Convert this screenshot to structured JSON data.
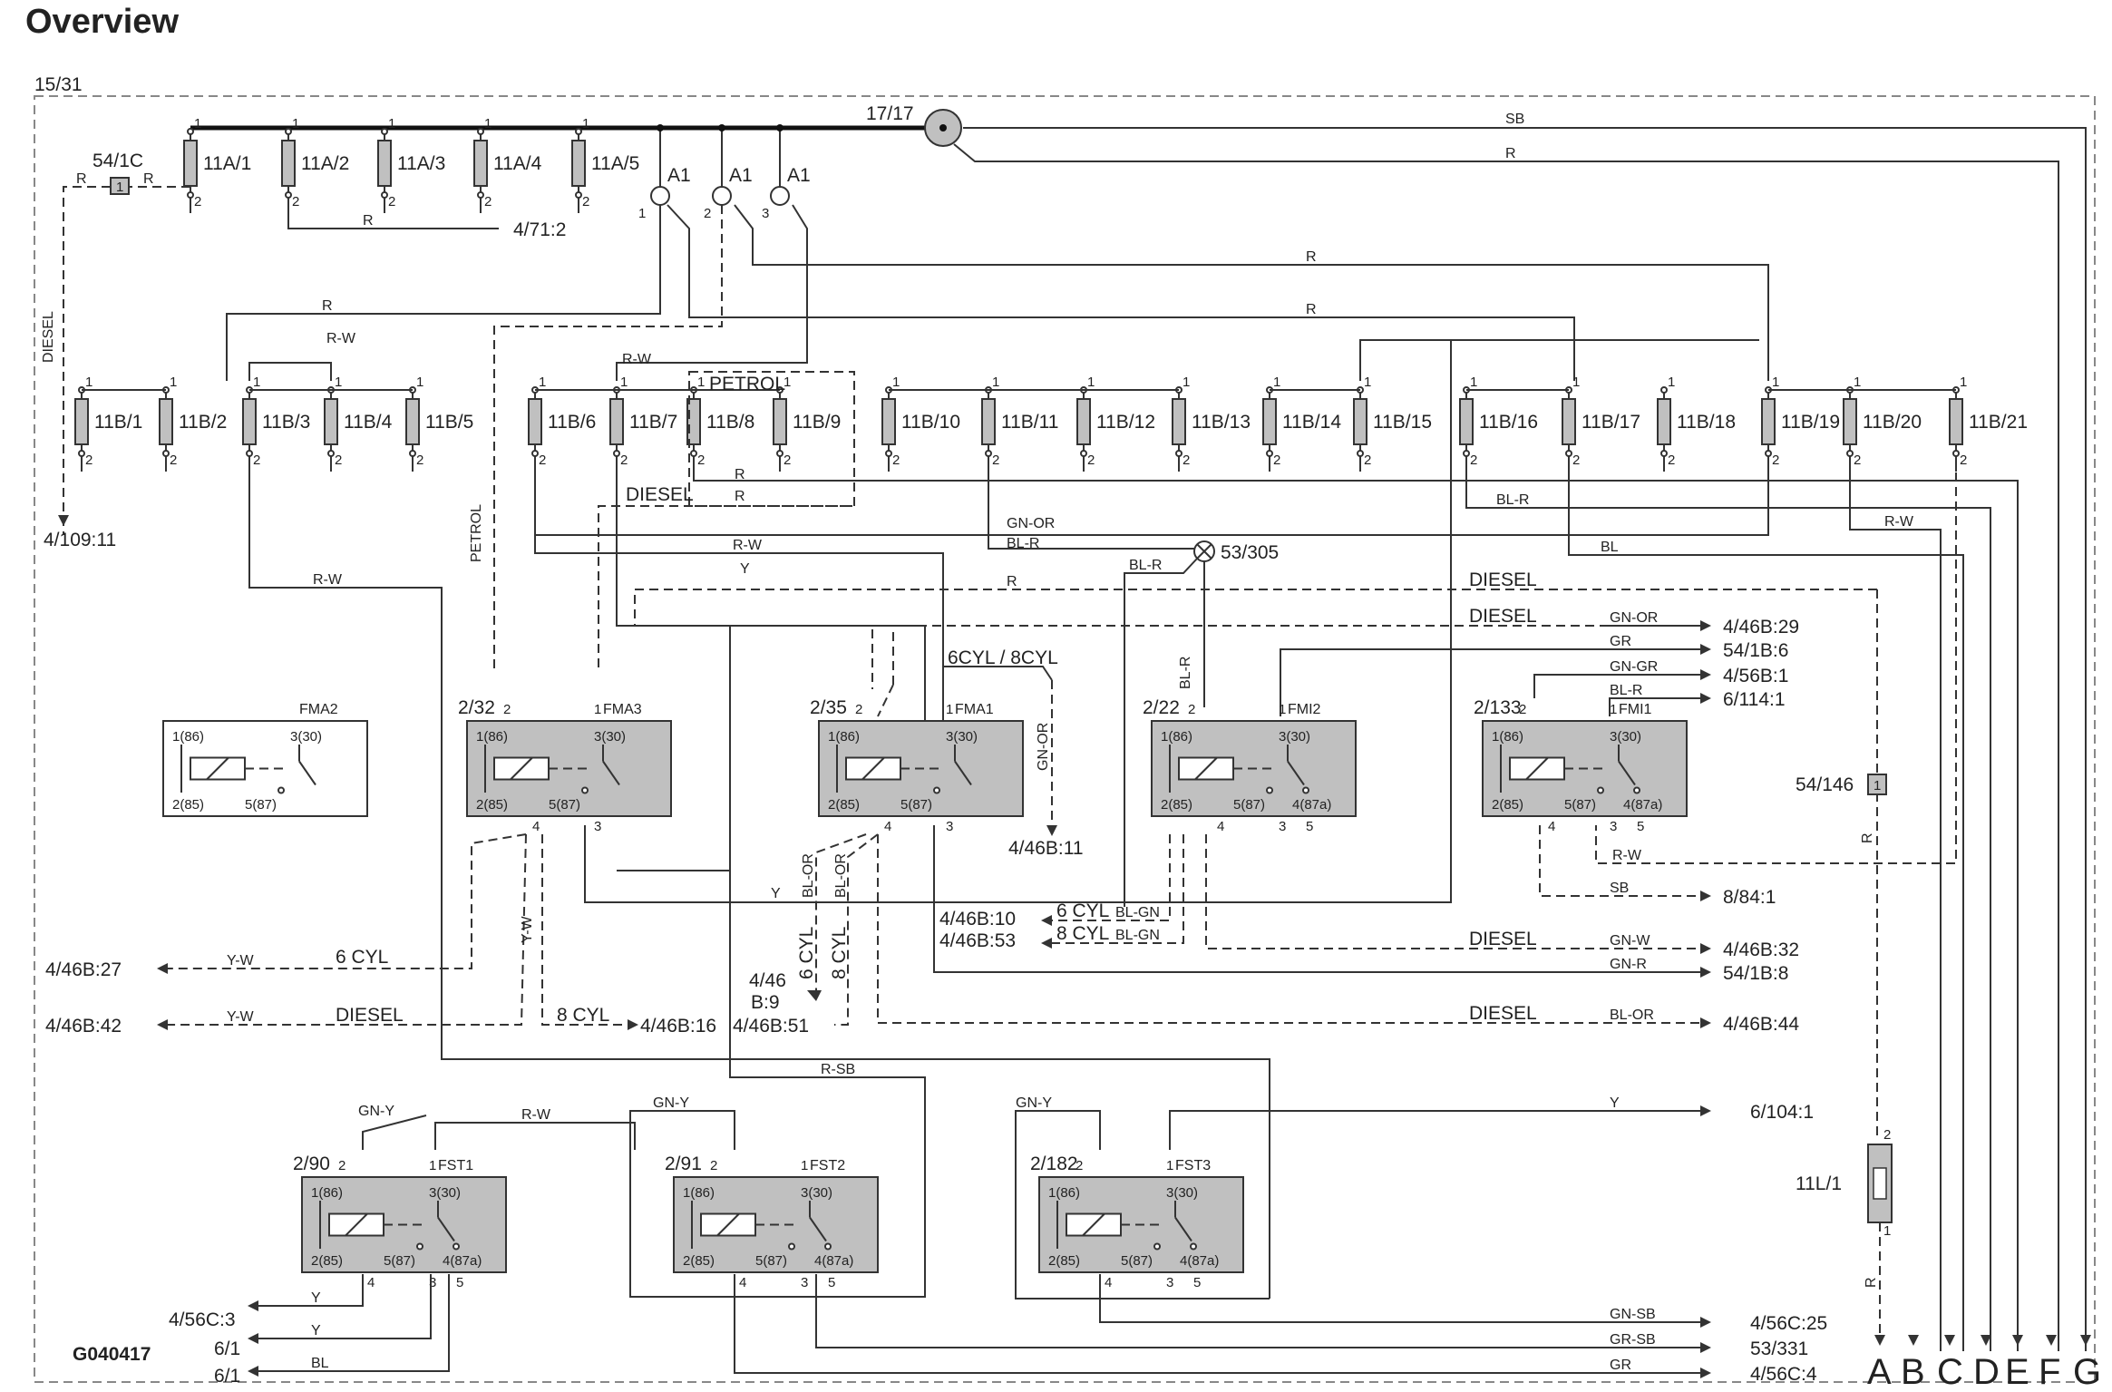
{
  "title": "Overview",
  "border_label": "15/31",
  "doc_id": "G040417",
  "connector_main": "17/17",
  "fuses_11A": [
    "11A/1",
    "11A/2",
    "11A/3",
    "11A/4",
    "11A/5"
  ],
  "fuses_11B": [
    "11B/1",
    "11B/2",
    "11B/3",
    "11B/4",
    "11B/5",
    "11B/6",
    "11B/7",
    "11B/8",
    "11B/9",
    "11B/10",
    "11B/11",
    "11B/12",
    "11B/13",
    "11B/14",
    "11B/15",
    "11B/16",
    "11B/17",
    "11B/18",
    "11B/19",
    "11B/20",
    "11B/21"
  ],
  "fuse_11L": "11L/1",
  "a1_labels": [
    "A1",
    "A1",
    "A1"
  ],
  "component_54_1C": "54/1C",
  "component_54_146": "54/146",
  "splice_53_305": "53/305",
  "ref_4_71_2": "4/71:2",
  "ref_4_109_11": "4/109:11",
  "box_pin_1": "1",
  "relays": [
    {
      "id": "FMA2",
      "code": ""
    },
    {
      "id": "FMA3",
      "code": "2/32"
    },
    {
      "id": "FMA1",
      "code": "2/35"
    },
    {
      "id": "FMI2",
      "code": "2/22"
    },
    {
      "id": "FMI1",
      "code": "2/133"
    },
    {
      "id": "FST1",
      "code": "2/90"
    },
    {
      "id": "FST2",
      "code": "2/91"
    },
    {
      "id": "FST3",
      "code": "2/182"
    }
  ],
  "relay_pins": {
    "p1": "1(86)",
    "p2": "2(85)",
    "p3": "3(30)",
    "p5": "5(87)",
    "p4": "4(87a)"
  },
  "pin_numbers": [
    "1",
    "2",
    "3",
    "4",
    "5"
  ],
  "wire_colors": {
    "r": "R",
    "rw": "R-W",
    "sb": "SB",
    "bl": "BL",
    "blr": "BL-R",
    "gnor": "GN-OR",
    "y": "Y",
    "yw": "Y-W",
    "gr": "GR",
    "gngr": "GN-GR",
    "gnw": "GN-W",
    "gnr": "GN-R",
    "blor": "BL-OR",
    "blgn": "BL-GN",
    "rsb": "R-SB",
    "gny": "GN-Y",
    "gnsb": "GN-SB",
    "grsb": "GR-SB"
  },
  "variants": {
    "diesel": "DIESEL",
    "petrol": "PETROL",
    "cyl6": "6 CYL",
    "cyl8": "8 CYL",
    "cyl68": "6CYL / 8CYL",
    "cyl6s": "6 CYL",
    "cyl8s": "8 CYL"
  },
  "refs_right": [
    "4/46B:29",
    "54/1B:6",
    "4/56B:1",
    "6/114:1",
    "8/84:1",
    "4/46B:32",
    "54/1B:8",
    "4/46B:44",
    "6/104:1",
    "4/56C:25",
    "53/331",
    "4/56C:4"
  ],
  "refs_left": [
    "4/46B:27",
    "4/46B:42",
    "4/56C:3",
    "6/1",
    "6/1"
  ],
  "refs_mid": [
    "4/46B:11",
    "4/46B:10",
    "4/46B:53",
    "4/46B:16",
    "4/46B:51",
    "4/46",
    "B:9"
  ],
  "outputs": [
    "A",
    "B",
    "C",
    "D",
    "E",
    "F",
    "G"
  ]
}
